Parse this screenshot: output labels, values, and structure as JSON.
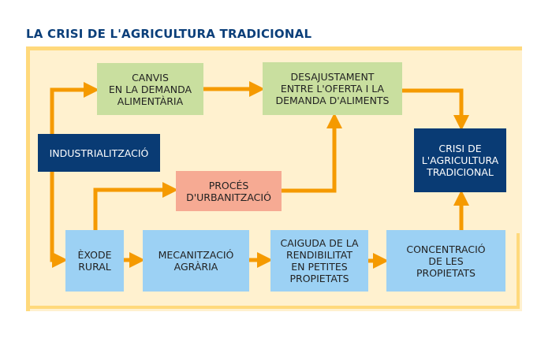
{
  "title": "LA CRISI DE L'AGRICULTURA TRADICIONAL",
  "nodes": {
    "canvis": "CANVIS\nEN LA DEMANDA\nALIMENTÀRIA",
    "desajustament": "DESAJUSTAMENT\nENTRE L'OFERTA I LA\nDEMANDA D'ALIMENTS",
    "industrialitzacio": "INDUSTRIALITZACIÓ",
    "proces": "PROCÉS\nD'URBANITZACIÓ",
    "crisi": "CRISI DE\nL'AGRICULTURA\nTRADICIONAL",
    "exode": "ÈXODE\nRURAL",
    "mecanitzacio": "MECANITZACIÓ\nAGRÀRIA",
    "caiguda": "CAIGUDA DE LA\nRENDIBILITAT\nEN PETITES\nPROPIETATS",
    "concentracio": "CONCENTRACIÓ\nDE LES\nPROPIETATS"
  },
  "colors": {
    "arrow": "#f59a00",
    "frame": "#ffd97c",
    "navy": "#093b74",
    "green": "#c9df9f",
    "blue": "#9cd1f4",
    "salmon": "#f6aa93"
  }
}
